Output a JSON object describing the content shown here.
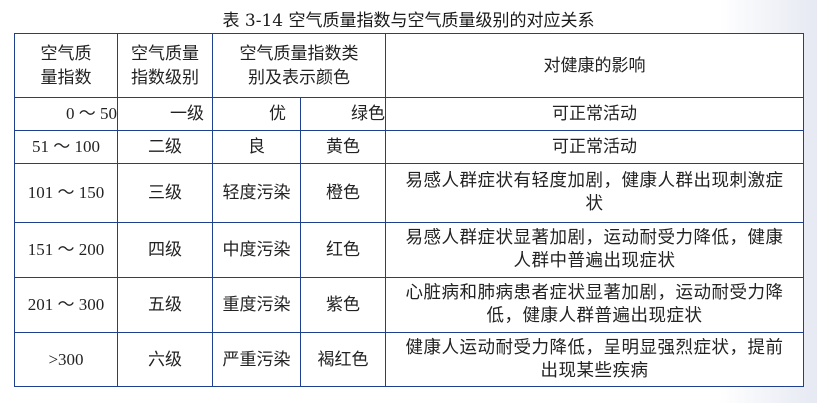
{
  "title": "表 3-14   空气质量指数与空气质量级别的对应关系",
  "table": {
    "headers": {
      "index": "空气质量指数",
      "level": "空气质量指数级别",
      "category_color": "空气质量指数类别及表示颜色",
      "health": "对健康的影响"
    },
    "rows": [
      {
        "range": "0 ～ 50",
        "level": "一级",
        "category": "优",
        "color": "绿色",
        "health": "可正常活动"
      },
      {
        "range": "51 ～ 100",
        "level": "二级",
        "category": "良",
        "color": "黄色",
        "health": "可正常活动"
      },
      {
        "range": "101 ～ 150",
        "level": "三级",
        "category": "轻度污染",
        "color": "橙色",
        "health": "易感人群症状有轻度加剧，健康人群出现刺激症状"
      },
      {
        "range": "151 ～ 200",
        "level": "四级",
        "category": "中度污染",
        "color": "红色",
        "health": "易感人群症状显著加剧，运动耐受力降低，健康人群中普遍出现症状"
      },
      {
        "range": "201 ～ 300",
        "level": "五级",
        "category": "重度污染",
        "color": "紫色",
        "health": "心脏病和肺病患者症状显著加剧，运动耐受力降低，健康人群普遍出现症状"
      },
      {
        "range": ">300",
        "level": "六级",
        "category": "严重污染",
        "color": "褐红色",
        "health": "健康人运动耐受力降低，呈明显强烈症状，提前出现某些疾病"
      }
    ]
  },
  "colors": {
    "border": "#1f3f8f",
    "text": "#222222"
  }
}
